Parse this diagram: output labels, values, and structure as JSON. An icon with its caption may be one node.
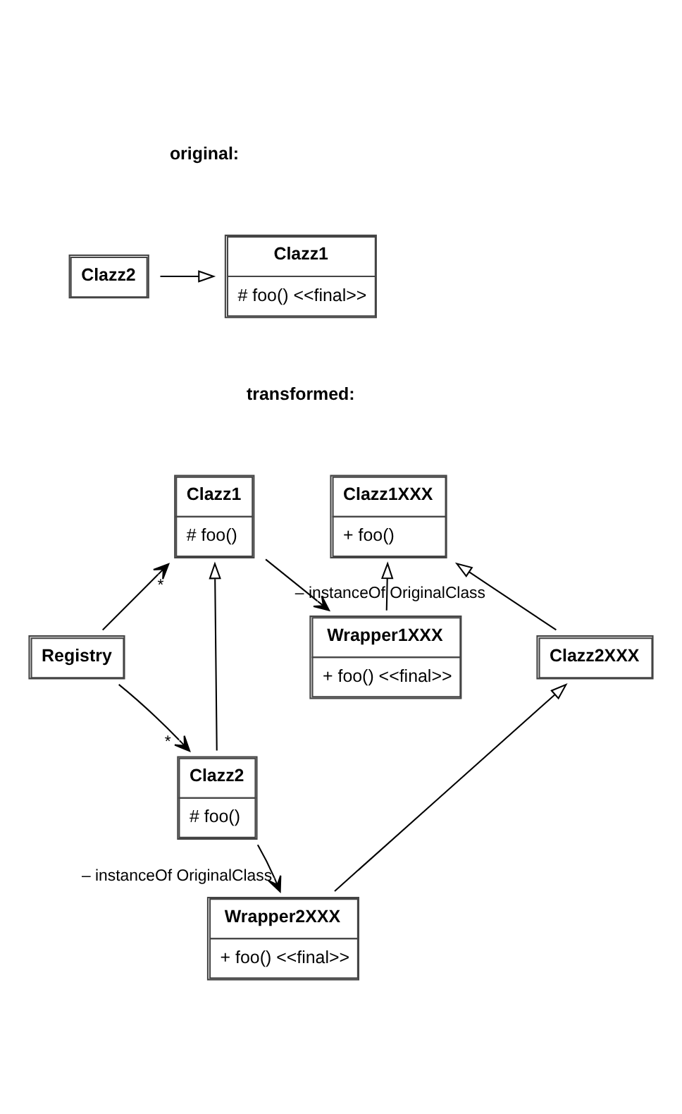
{
  "diagram": {
    "nodes": [
      {
        "text": [
          "Clazz1",
          "# foo() <<final>>"
        ]
      },
      {
        "text": [
          "Clazz2"
        ]
      },
      {
        "text": [
          "Clazz1XXX",
          "+ foo()"
        ]
      },
      {
        "text": [
          "Clazz1",
          "# foo()"
        ]
      },
      {
        "text": [
          "Wrapper1XXX",
          "+ foo() <<final>>"
        ]
      },
      {
        "text": [
          "Registry"
        ]
      },
      {
        "text": [
          "Clazz2",
          "# foo()"
        ]
      },
      {
        "text": [
          "Clazz2XXX"
        ]
      },
      {
        "text": [
          "Wrapper2XXX",
          "+ foo() <<final>>"
        ]
      }
    ],
    "edges": [
      {
        "from": 1,
        "to": 0,
        "arrow": "to"
      },
      {
        "from": 4,
        "to": 2,
        "arrow": "to"
      },
      {
        "from": 3,
        "to": 4,
        "arrow": "to",
        "label": "– instanceOf OriginalClass"
      },
      {
        "from": 5,
        "to": 3,
        "arrow": "to",
        "label": "*"
      },
      {
        "from": 5,
        "to": 6,
        "arrow": "to",
        "label": "*"
      },
      {
        "from": 6,
        "to": 3,
        "arrow": "to"
      },
      {
        "from": 7,
        "to": 2,
        "arrow": "to"
      },
      {
        "from": 6,
        "to": 8,
        "arrow": "to",
        "label": "– instanceOf OriginalClass"
      },
      {
        "from": 8,
        "to": 7,
        "arrow": "to"
      }
    ],
    "labels": [
      "original:",
      "transformed:"
    ]
  }
}
